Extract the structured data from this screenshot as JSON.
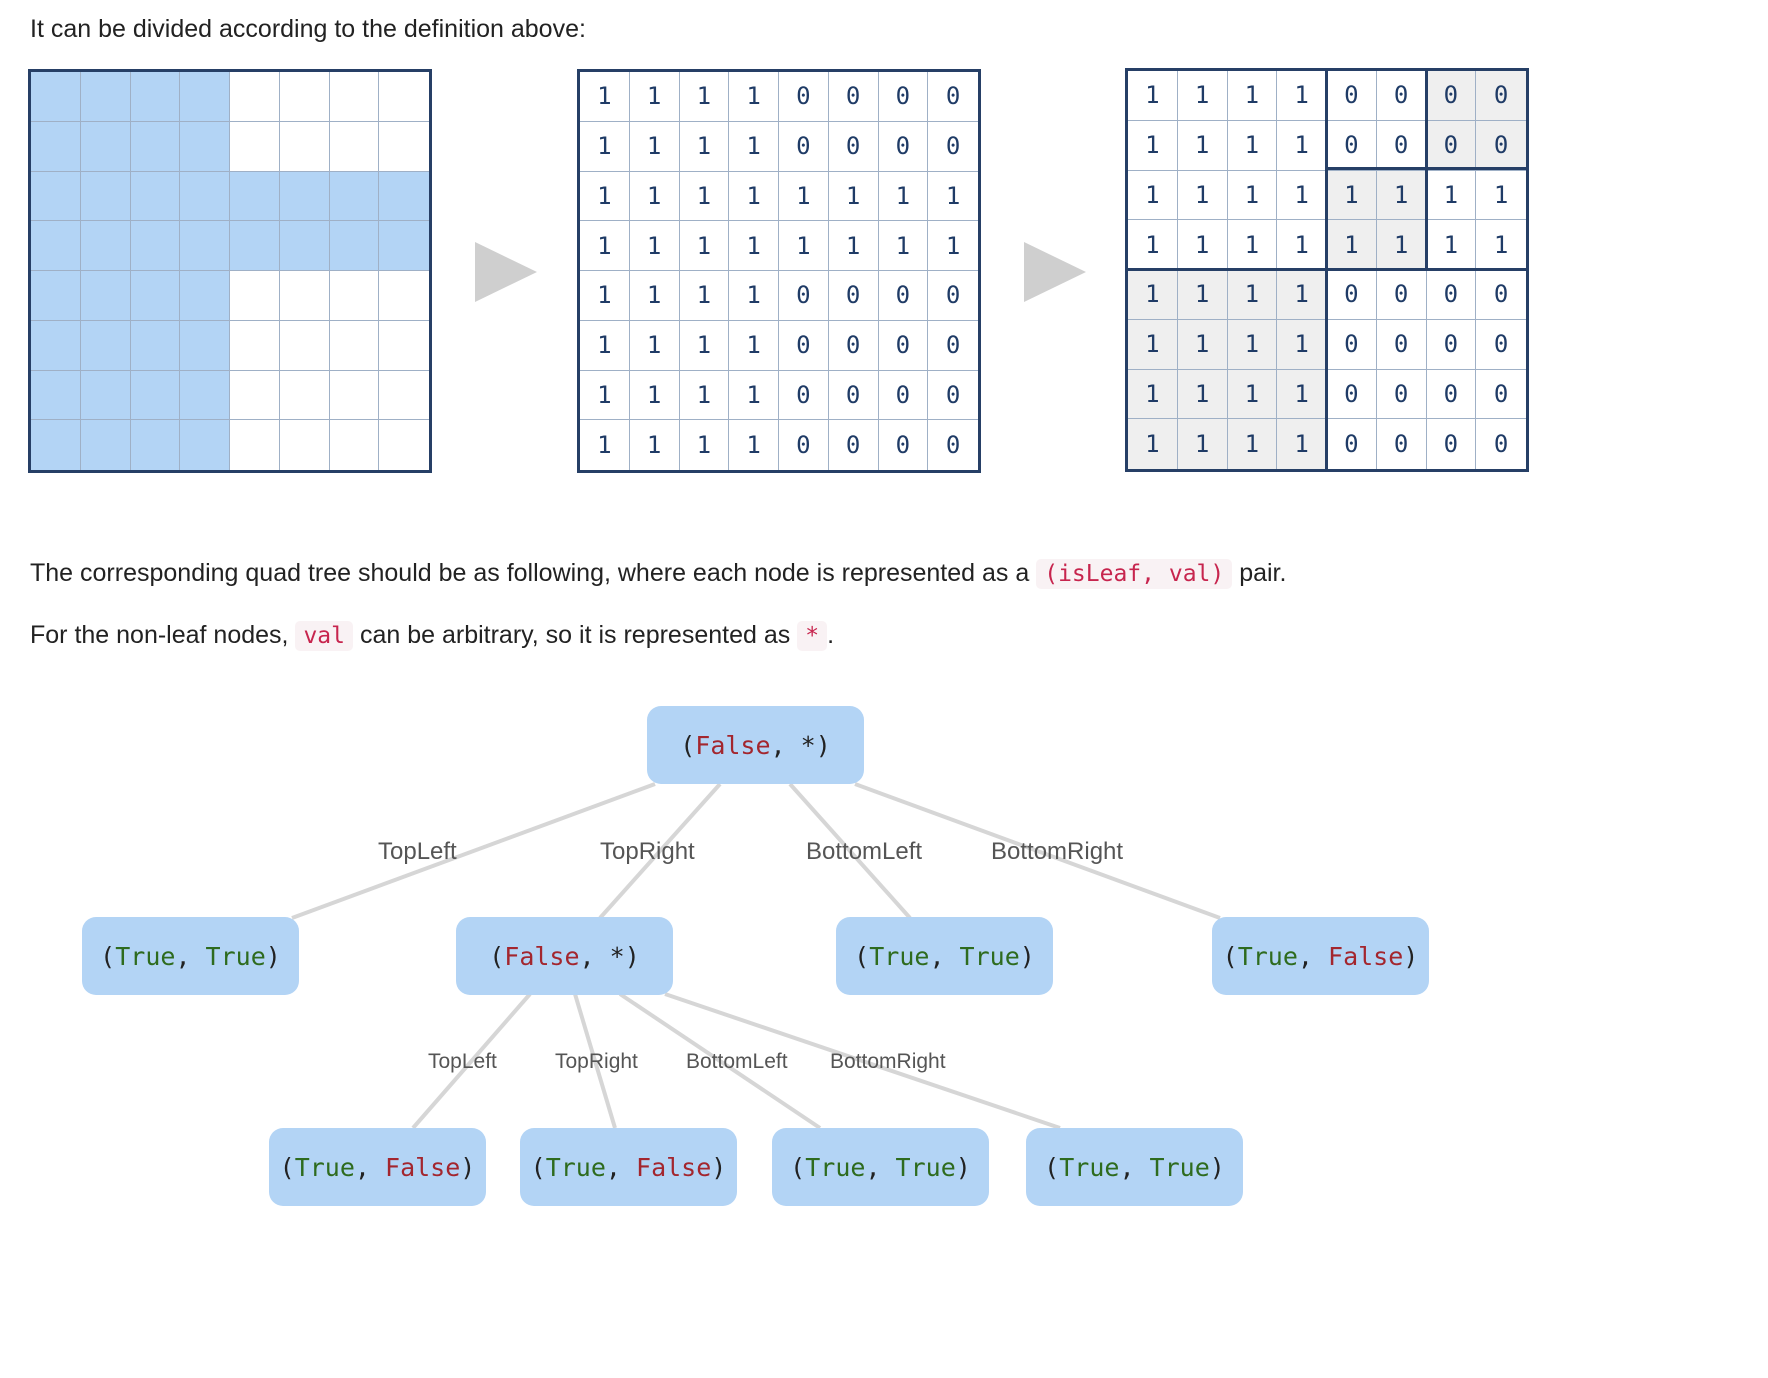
{
  "intro_text": "It can be divided according to the definition above:",
  "matrix": [
    [
      1,
      1,
      1,
      1,
      0,
      0,
      0,
      0
    ],
    [
      1,
      1,
      1,
      1,
      0,
      0,
      0,
      0
    ],
    [
      1,
      1,
      1,
      1,
      1,
      1,
      1,
      1
    ],
    [
      1,
      1,
      1,
      1,
      1,
      1,
      1,
      1
    ],
    [
      1,
      1,
      1,
      1,
      0,
      0,
      0,
      0
    ],
    [
      1,
      1,
      1,
      1,
      0,
      0,
      0,
      0
    ],
    [
      1,
      1,
      1,
      1,
      0,
      0,
      0,
      0
    ],
    [
      1,
      1,
      1,
      1,
      0,
      0,
      0,
      0
    ]
  ],
  "paragraph1": {
    "before": "The corresponding quad tree should be as following, where each node is represented as a",
    "code": "(isLeaf, val)",
    "after": "pair."
  },
  "paragraph2": {
    "before": "For the non-leaf nodes,",
    "code1": "val",
    "middle": "can be arbitrary, so it is represented as",
    "code2": "*",
    "after": "."
  },
  "tree": {
    "root": {
      "open": "(",
      "a": "False",
      "sep": ", ",
      "b": "*",
      "close": ")"
    },
    "level1": [
      {
        "open": "(",
        "a": "True",
        "sep": ", ",
        "b": "True",
        "close": ")"
      },
      {
        "open": "(",
        "a": "False",
        "sep": ", ",
        "b": "*",
        "close": ")"
      },
      {
        "open": "(",
        "a": "True",
        "sep": ", ",
        "b": "True",
        "close": ")"
      },
      {
        "open": "(",
        "a": "True",
        "sep": ", ",
        "b": "False",
        "close": ")"
      }
    ],
    "level2": [
      {
        "open": "(",
        "a": "True",
        "sep": ", ",
        "b": "False",
        "close": ")"
      },
      {
        "open": "(",
        "a": "True",
        "sep": ", ",
        "b": "False",
        "close": ")"
      },
      {
        "open": "(",
        "a": "True",
        "sep": ", ",
        "b": "True",
        "close": ")"
      },
      {
        "open": "(",
        "a": "True",
        "sep": ", ",
        "b": "True",
        "close": ")"
      }
    ],
    "edge_labels_level1": [
      "TopLeft",
      "TopRight",
      "BottomLeft",
      "BottomRight"
    ],
    "edge_labels_level2": [
      "TopLeft",
      "TopRight",
      "BottomLeft",
      "BottomRight"
    ]
  },
  "colors": {
    "fill_blue": "#b3d4f5",
    "grid_border": "#263f66",
    "true_green": "#2e6b1e",
    "false_red": "#a3262e",
    "edge_gray": "#d6d6d6",
    "shade_gray": "#efefef"
  }
}
